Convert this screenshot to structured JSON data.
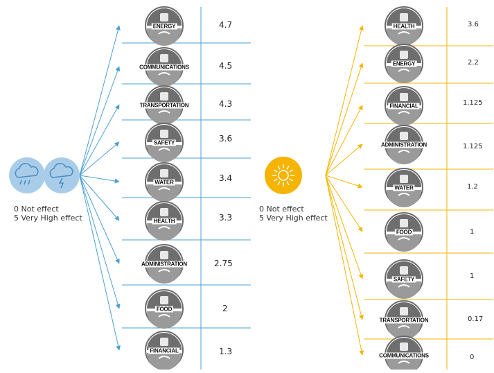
{
  "left_panel": {
    "hazard_icons": [
      "rain-cloud-icon",
      "storm-cloud-icon"
    ],
    "accent_color": "#4a9fd6",
    "legend": {
      "line1": "0 Not effect",
      "line2": "5 Very High effect"
    },
    "sectors": [
      {
        "name": "ENERGY",
        "value": "4.7",
        "icon": "energy-tower-icon"
      },
      {
        "name": "COMMUNICATIONS",
        "value": "4.5",
        "icon": "communications-device-icon"
      },
      {
        "name": "TRANSPORTATION",
        "value": "4.3",
        "icon": "transportation-icon"
      },
      {
        "name": "SAFETY",
        "value": "3.6",
        "icon": "safety-helmet-icon"
      },
      {
        "name": "WATER",
        "value": "3.4",
        "icon": "water-tap-icon"
      },
      {
        "name": "HEALTH",
        "value": "3.3",
        "icon": "health-cross-icon"
      },
      {
        "name": "ADMINISTRATION",
        "value": "2.75",
        "icon": "administration-building-icon"
      },
      {
        "name": "FOOD",
        "value": "2",
        "icon": "food-cutlery-icon"
      },
      {
        "name": "FINANCIAL",
        "value": "1.3",
        "icon": "financial-chart-icon"
      }
    ]
  },
  "right_panel": {
    "hazard_icons": [
      "sun-icon"
    ],
    "accent_color": "#f5b400",
    "legend": {
      "line1": "0 Not effect",
      "line2": "5 Very High effect"
    },
    "sectors": [
      {
        "name": "HEALTH",
        "value": "3.6",
        "icon": "health-cross-icon"
      },
      {
        "name": "ENERGY",
        "value": "2.2",
        "icon": "energy-tower-icon"
      },
      {
        "name": "FINANCIAL",
        "value": "1.125",
        "icon": "financial-chart-icon"
      },
      {
        "name": "ADMINISTRATION",
        "value": "1.125",
        "icon": "administration-building-icon"
      },
      {
        "name": "WATER",
        "value": "1.2",
        "icon": "water-tap-icon"
      },
      {
        "name": "FOOD",
        "value": "1",
        "icon": "food-cutlery-icon"
      },
      {
        "name": "SAFETY",
        "value": "1",
        "icon": "safety-helmet-icon"
      },
      {
        "name": "TRANSPORTATION",
        "value": "0.17",
        "icon": "transportation-icon"
      },
      {
        "name": "COMMUNICATIONS",
        "value": "0",
        "icon": "communications-device-icon"
      }
    ]
  }
}
